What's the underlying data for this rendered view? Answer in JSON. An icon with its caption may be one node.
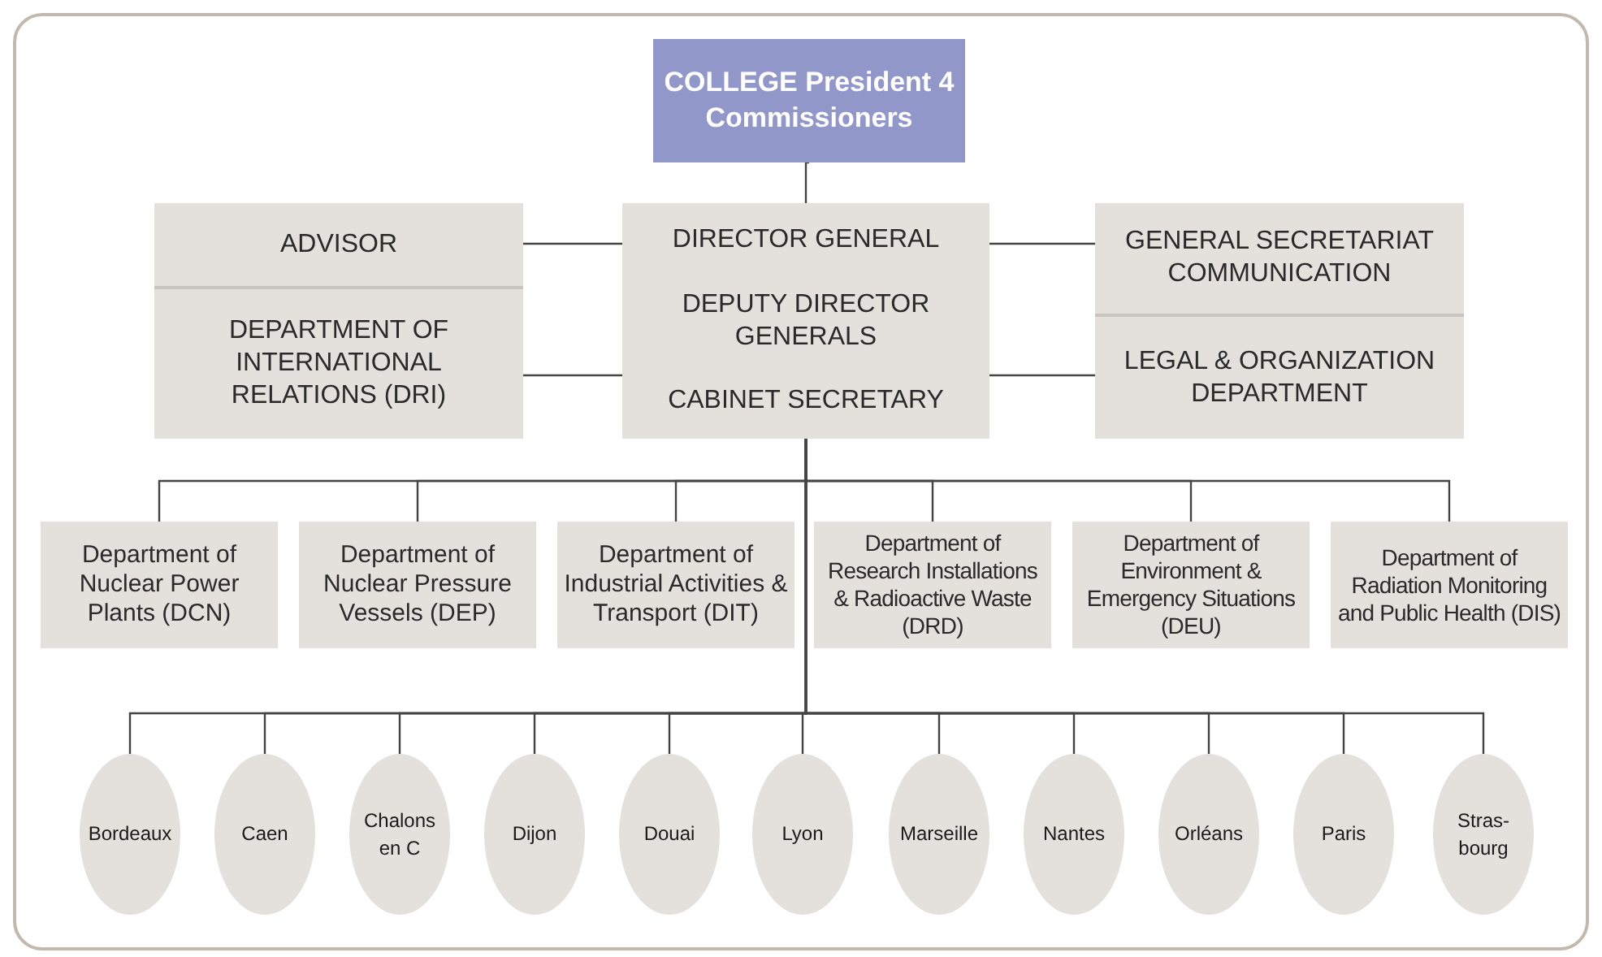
{
  "diagram": {
    "nodes": [
      {
        "text": [
          "COLLEGE President 4 Commissioners"
        ]
      },
      {
        "text": [
          "ADVISOR"
        ]
      },
      {
        "text": [
          "DEPARTMENT OF INTERNATIONAL RELATIONS (DRI)"
        ]
      },
      {
        "text": [
          "DIRECTOR GENERAL",
          "DEPUTY DIRECTOR GENERALS",
          "CABINET SECRETARY"
        ]
      },
      {
        "text": [
          "GENERAL SECRETARIAT COMMUNICATION"
        ]
      },
      {
        "text": [
          "LEGAL & ORGANIZATION DEPARTMENT"
        ]
      },
      {
        "text": [
          "Department of Nuclear Power Plants (DCN)"
        ]
      },
      {
        "text": [
          "Department of Nuclear Pressure Vessels (DEP)"
        ]
      },
      {
        "text": [
          "Department of Industrial Activities & Transport (DIT)"
        ]
      },
      {
        "text": [
          "Department of Research Installations & Radioactive Waste (DRD)"
        ]
      },
      {
        "text": [
          "Department of Environment & Emergency Situations (DEU)"
        ]
      },
      {
        "text": [
          "Department of Radiation Monitoring and Public Health (DIS)"
        ]
      },
      {
        "text": [
          "Bordeaux"
        ]
      },
      {
        "text": [
          "Caen"
        ]
      },
      {
        "text": [
          "Chalons en C"
        ]
      },
      {
        "text": [
          "Dijon"
        ]
      },
      {
        "text": [
          "Douai"
        ]
      },
      {
        "text": [
          "Lyon"
        ]
      },
      {
        "text": [
          "Marseille"
        ]
      },
      {
        "text": [
          "Nantes"
        ]
      },
      {
        "text": [
          "Orléans"
        ]
      },
      {
        "text": [
          "Paris"
        ]
      },
      {
        "text": [
          "Stras-bourg"
        ]
      }
    ],
    "edges": [
      {
        "from": 0,
        "to": 3,
        "arrow": "none"
      },
      {
        "from": 3,
        "to": 1,
        "arrow": "none"
      },
      {
        "from": 3,
        "to": 2,
        "arrow": "none"
      },
      {
        "from": 3,
        "to": 4,
        "arrow": "none"
      },
      {
        "from": 3,
        "to": 5,
        "arrow": "none"
      },
      {
        "from": 3,
        "to": 6,
        "arrow": "none"
      },
      {
        "from": 3,
        "to": 7,
        "arrow": "none"
      },
      {
        "from": 3,
        "to": 8,
        "arrow": "none"
      },
      {
        "from": 3,
        "to": 9,
        "arrow": "none"
      },
      {
        "from": 3,
        "to": 10,
        "arrow": "none"
      },
      {
        "from": 3,
        "to": 11,
        "arrow": "none"
      },
      {
        "from": 3,
        "to": 12,
        "arrow": "none"
      },
      {
        "from": 3,
        "to": 13,
        "arrow": "none"
      },
      {
        "from": 3,
        "to": 14,
        "arrow": "none"
      },
      {
        "from": 3,
        "to": 15,
        "arrow": "none"
      },
      {
        "from": 3,
        "to": 16,
        "arrow": "none"
      },
      {
        "from": 3,
        "to": 17,
        "arrow": "none"
      },
      {
        "from": 3,
        "to": 18,
        "arrow": "none"
      },
      {
        "from": 3,
        "to": 19,
        "arrow": "none"
      },
      {
        "from": 3,
        "to": 20,
        "arrow": "none"
      },
      {
        "from": 3,
        "to": 21,
        "arrow": "none"
      },
      {
        "from": 3,
        "to": 22,
        "arrow": "none"
      }
    ]
  }
}
